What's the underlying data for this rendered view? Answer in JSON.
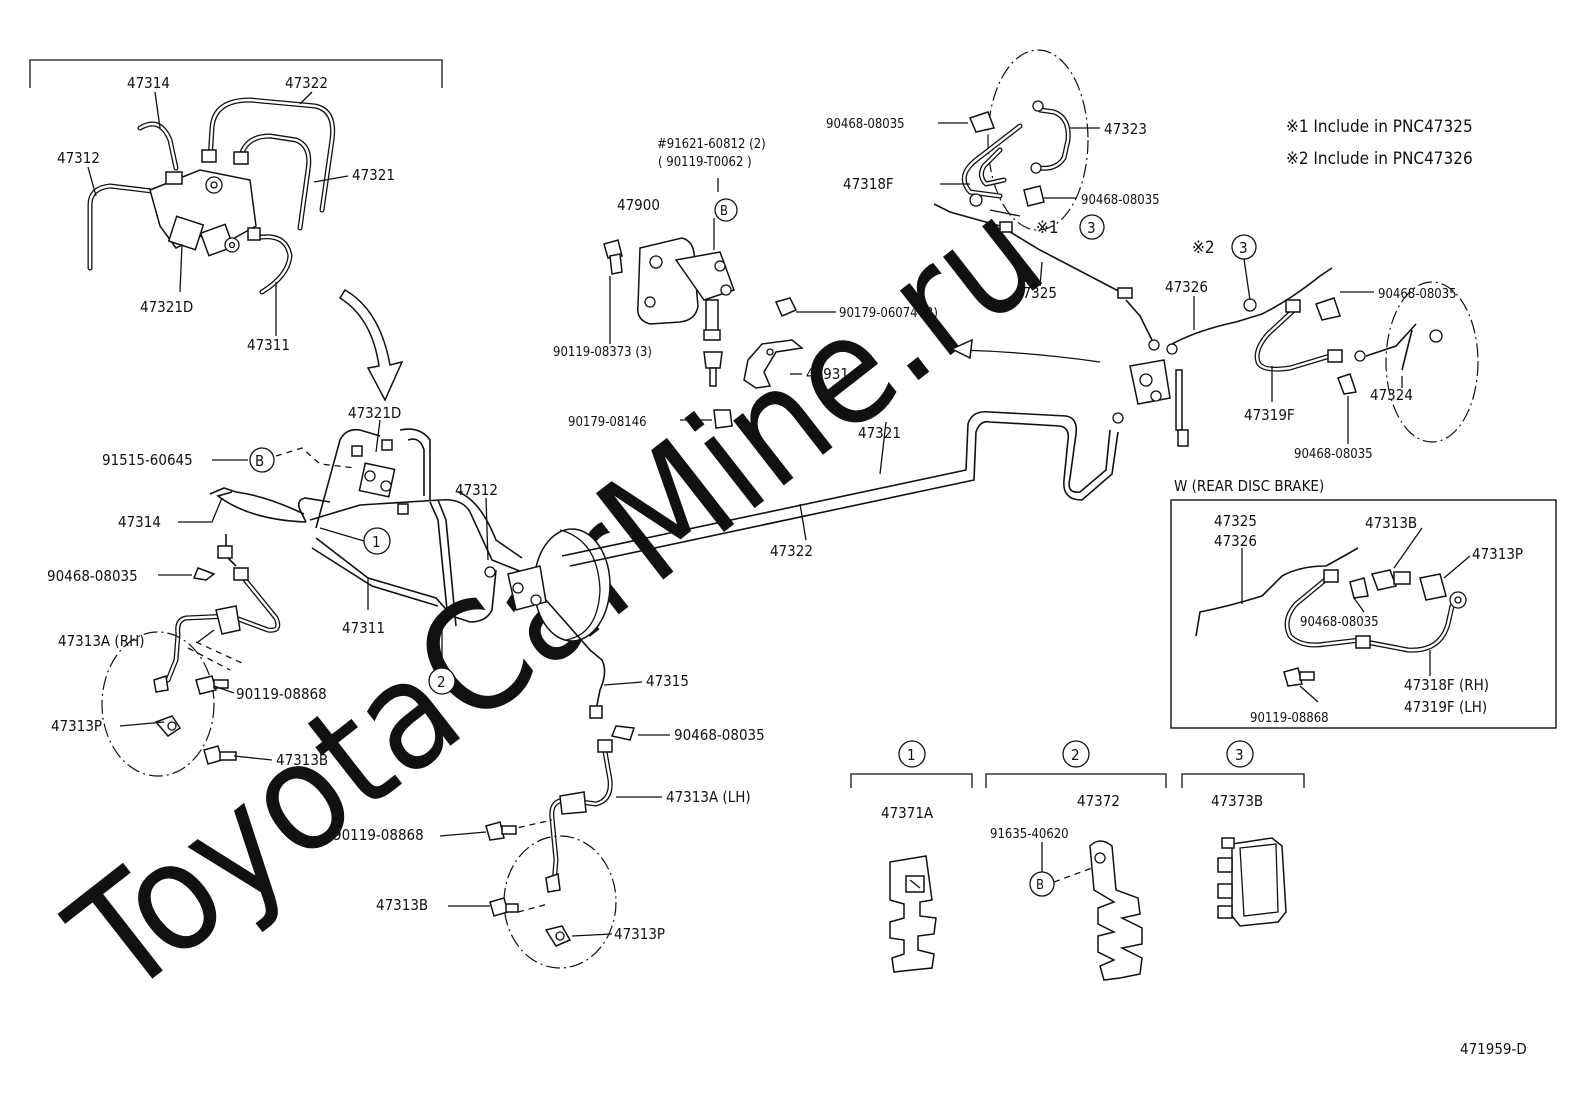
{
  "watermark": "ToyotaCarMine.ru",
  "notes": {
    "note1": "※1 Include in PNC47325",
    "note2": "※2 Include in PNC47326"
  },
  "inset_title": "W (REAR DISC BRAKE)",
  "diagram_code": "471959-D",
  "markers": {
    "one": "1",
    "two": "2",
    "three": "3",
    "b": "B",
    "x1": "※1",
    "x2": "※2"
  },
  "labels": {
    "p47314_top": "47314",
    "p47322_top": "47322",
    "p47312_top": "47312",
    "p47321_top": "47321",
    "p47321D_top": "47321D",
    "p47311_top": "47311",
    "p47321D": "47321D",
    "p91515": "91515-60645",
    "p47314": "47314",
    "p90468_a": "90468-08035",
    "p47313A_rh": "47313A (RH)",
    "p90119_08868_a": "90119-08868",
    "p47313P_a": "47313P",
    "p47313B_a": "47313B",
    "p47311": "47311",
    "p47312": "47312",
    "p47315": "47315",
    "p90468_b": "90468-08035",
    "p47313A_lh": "47313A (LH)",
    "p90119_08868_b": "90119-08868",
    "p47313B_b": "47313B",
    "p47313P_b": "47313P",
    "p91621": "#91621-60812 (2)",
    "p90119_T0062": "( 90119-T0062 )",
    "p47900": "47900",
    "p90119_08373": "90119-08373 (3)",
    "p90179_06074": "90179-06074 (2)",
    "p47931": "47931",
    "p90179_08146": "90179-08146",
    "p47321": "47321",
    "p47322": "47322",
    "p90468_c": "90468-08035",
    "p47323": "47323",
    "p47318F": "47318F",
    "p90468_d": "90468-08035",
    "p47325": "47325",
    "p47326": "47326",
    "p90468_e": "90468-08035",
    "p47319F": "47319F",
    "p47324": "47324",
    "p90468_f": "90468-08035",
    "w_47325": "47325",
    "w_47326": "47326",
    "w_47313B": "47313B",
    "w_47313P": "47313P",
    "w_90468": "90468-08035",
    "w_47318F": "47318F (RH)",
    "w_47319F": "47319F (LH)",
    "w_90119": "90119-08868",
    "p47371A": "47371A",
    "p47372": "47372",
    "p91635": "91635-40620",
    "p47373B": "47373B"
  }
}
